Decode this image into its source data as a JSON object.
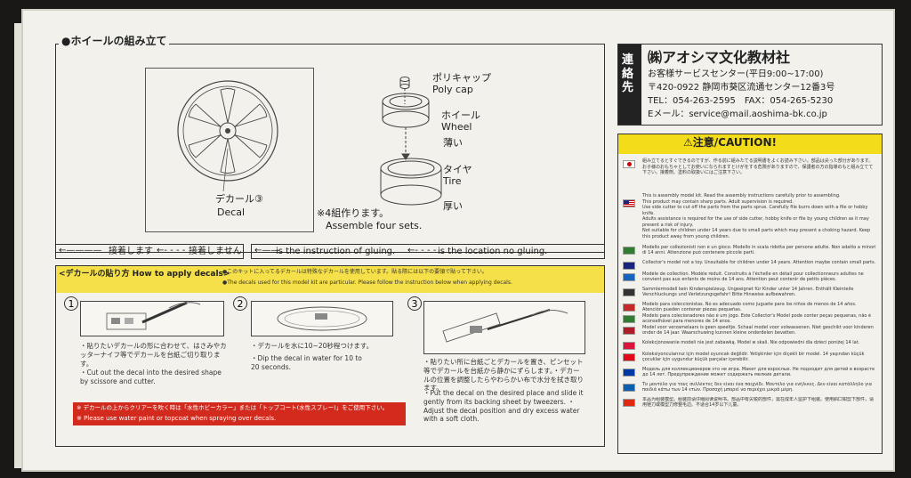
{
  "wheel_section": {
    "title": "●ホイールの組み立て",
    "polycap_jp": "ポリキャップ",
    "polycap_en": "Poly cap",
    "wheel_jp": "ホイール",
    "wheel_en": "Wheel",
    "thin": "薄い",
    "tire_jp": "タイヤ",
    "tire_en": "Tire",
    "thick": "厚い",
    "decal_jp": "デカール③",
    "decal_en": "Decal",
    "sets_jp": "※4組作ります。",
    "sets_en": "Assemble four sets."
  },
  "legend": {
    "glue_jp": "接着します",
    "noglue_jp": "接着しません",
    "glue_en": "is the instruction of gluing.",
    "noglue_en": "is the location no gluing."
  },
  "decal_section": {
    "title": "<デカールの貼り方 How to apply decals>",
    "note_jp": "●このキットに入ってるデカールは特殊なデカールを使用しています。貼る際には以下の要領で貼って下さい。",
    "note_en": "●The decals used for this model kit are particular. Please follow the instruction below when applying decals.",
    "steps": [
      {
        "num": "1",
        "jp": "・貼りたいデカールの形に合わせて、はさみやカッターナイフ等でデカールを台紙ご切り取ります。",
        "en": "・Cut out the decal into the desired shape by scissore and cutter."
      },
      {
        "num": "2",
        "jp": "・デカールを水に10~20秒程つけます。",
        "en": "・Dip the decal in water for 10 to 20 seconds."
      },
      {
        "num": "3",
        "jp": "・貼りたい所に台紙ごとデカールを置き、ピンセット等でデカールを台紙から静かにずらします。・デカールの位置を調整したらやわらかい布で水分を拭き取ります。",
        "en": "・Put the decal on the desired place and slide it gently from its backing sheet by tweezers. ・Adjust the decal position and dry excess water with a soft cloth."
      }
    ],
    "warn_jp": "※ デカールの上からクリアーを吹く時は「水性ホビーカラー」または「トップコート(水性スプレー)」をご使用下さい。",
    "warn_en": "※ Please use water paint or topcoat when spraying over decals."
  },
  "contact": {
    "side_label": "連絡先",
    "company": "㈱アオシマ文化教材社",
    "center": "お客様サービスセンター(平日9:00~17:00)",
    "address": "〒420-0922 静岡市葵区流通センター12番3号",
    "tel": "TEL：054-263-2595　FAX：054-265-5230",
    "email": "Eメール：service@mail.aoshima-bk.co.jp"
  },
  "caution": {
    "title": "⚠注意/CAUTION!",
    "jp_text": "組み立てるとすぐできるのですが、作る前に組みたてる説明書をよくお読み下さい。部品は尖った部分があります。お子様のおもちゃとしてお使いになられますとけがをする危険がありますので、保護者の方の指導のもと組み立てて下さい。接着剤、塗料の取扱いにはご注意下さい。",
    "english_lines": [
      "This is assembly model kit. Read the assembly instructions carefully prior to assembling.",
      "This product may contain sharp parts. Adult supervision is required.",
      "Use side cutter to cut off the parts from the parts sprue. Carefully file burrs down with a file or hobby knife.",
      "Adults assistance is required for the use of side cutter, hobby knife or file by young children as it may present a risk of injury.",
      "Not suitable for children under 14 years due to small parts which may present a choking hazard. Keep this product away from young children."
    ],
    "languages": [
      {
        "text": "Modello per collezionisti non è un gioco. Modello in scala ridotta per persone adulte. Non adatto a minori di 14 anni. Attenzione può contenere piccole parti."
      },
      {
        "text": "Collector's model not a toy. Unsuitable for children under 14 years. Attention maybe contain small parts."
      },
      {
        "text": "Modèle de collection. Modèle réduit. Construits à l'échelle en détail pour collectionneurs adultes ne convient pas aux enfants de moins de 14 ans. Attention peut contenir de petits pièces."
      },
      {
        "text": "Sammlermodell kein Kinderspielzeug. Ungeeignet für Kinder unter 14 Jahren. Enthält Kleinteile Verschluckungs und Verletzungsgefahr! Bitte Hinweise aufbewahren."
      },
      {
        "text": "Modelo para coleccionistas. No es adecuado como juguete para los niños de menos de 14 años. Atención pueden contener piezas pequeñas."
      },
      {
        "text": "Modelo para colecionadores não é um jogo. Este Collector's Model pode conter peças pequenas, não é aconselhável para menores de 14 anos."
      },
      {
        "text": "Model voor verzamelaars is geen speeltje. Schaal model voor volwassenen. Niet geschikt voor kinderen onder de 14 jaar. Waarschuwing kunnen kleine onderdelen bevatten."
      },
      {
        "text": "Kolekcjonowanie modeli nie jest zabawką. Model w skali. Nie odpowiedni dla dzieci poniżej 14 lat."
      },
      {
        "text": "Koleksiyoncularınız için model oyuncak değildir. Yetişkinler için ölçekli bir model. 14 yaşından küçük çocuklar için uygundur küçük parçalar içerebilir."
      },
      {
        "text": "Модель для коллекционеров это не игра. Макет для взрослых. Не подходит для детей в возрасте до 14 лет. Предупреждение может содержать мелкие детали."
      },
      {
        "text": "Το μοντέλο για τους συλλέκτες δεν είναι ένα παιχνίδι. Μοντέλο για ενήλικες. Δεν είναι κατάλληλο για παιδιά κάτω των 14 ετών. Προσοχή μπορεί να περιέχει μικρά μέρη."
      },
      {
        "text": "本品为组装模型。组装前请仔细阅读说明书。部品中有尖锐的部件，需在成年人监护下组装。使用斜口钳剪下部件，请用锉刀或模型刀修整毛边。不适合14岁以下儿童。"
      }
    ],
    "flag_colors": [
      "#2e7d32",
      "#1a237e",
      "#1565c0",
      "#333333",
      "#c62828",
      "#2e7d32",
      "#ae1c28",
      "#dc143c",
      "#e30a17",
      "#0039a6",
      "#0d5eaf",
      "#de2910"
    ]
  },
  "colors": {
    "caution_yellow": "#f3dc1a",
    "decal_header_yellow": "#f6e04a",
    "warning_red": "#d22b1e"
  }
}
